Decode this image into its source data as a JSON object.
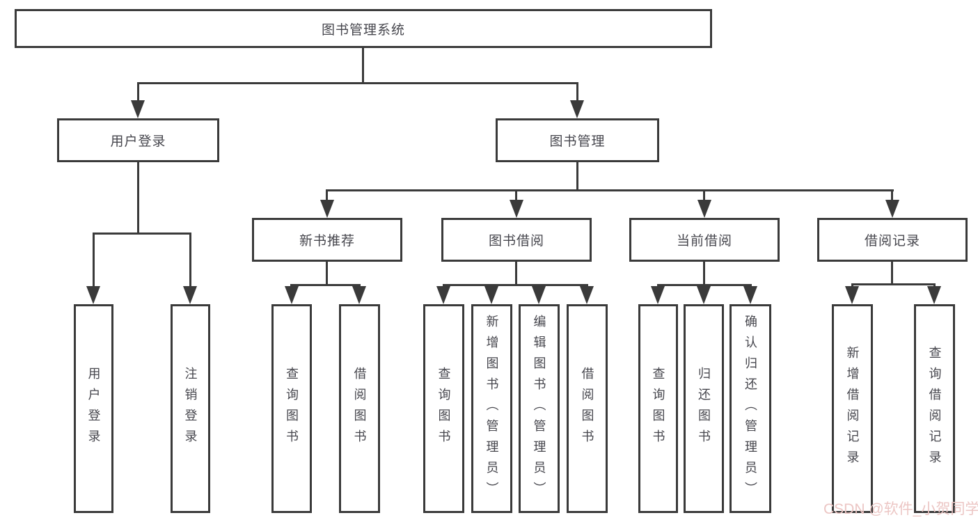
{
  "tree": {
    "label": "图书管理系统",
    "children": [
      {
        "label": "用户登录",
        "children": [
          {
            "label": "用户登录"
          },
          {
            "label": "注销登录"
          }
        ]
      },
      {
        "label": "图书管理",
        "children": [
          {
            "label": "新书推荐",
            "children": [
              {
                "label": "查询图书"
              },
              {
                "label": "借阅图书"
              }
            ]
          },
          {
            "label": "图书借阅",
            "children": [
              {
                "label": "查询图书"
              },
              {
                "label": "新增图书（管理员）"
              },
              {
                "label": "编辑图书（管理员）"
              },
              {
                "label": "借阅图书"
              }
            ]
          },
          {
            "label": "当前借阅",
            "children": [
              {
                "label": "查询图书"
              },
              {
                "label": "归还图书"
              },
              {
                "label": "确认归还（管理员）"
              }
            ]
          },
          {
            "label": "借阅记录",
            "children": [
              {
                "label": "新增借阅记录"
              },
              {
                "label": "查询借阅记录"
              }
            ]
          }
        ]
      }
    ]
  },
  "watermark": {
    "text": "CSDN @软件_小贺同学"
  },
  "colors": {
    "line": "#3a3a3a",
    "text": "#46464d",
    "watermark": "#ecc6c4",
    "background": "#ffffff"
  }
}
